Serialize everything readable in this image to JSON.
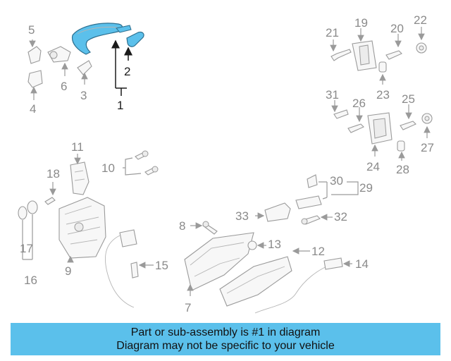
{
  "diagram": {
    "highlight_color": "#5bc0eb",
    "callouts": [
      "1",
      "2",
      "3",
      "4",
      "5",
      "6",
      "7",
      "8",
      "9",
      "10",
      "11",
      "12",
      "13",
      "14",
      "15",
      "16",
      "17",
      "18",
      "19",
      "20",
      "21",
      "22",
      "23",
      "24",
      "25",
      "26",
      "27",
      "28",
      "29",
      "30",
      "31",
      "32",
      "33"
    ]
  },
  "banner": {
    "line1": "Part or sub-assembly is #1 in diagram",
    "line2": "Diagram may not be specific to your vehicle",
    "background": "#5bc0eb"
  }
}
